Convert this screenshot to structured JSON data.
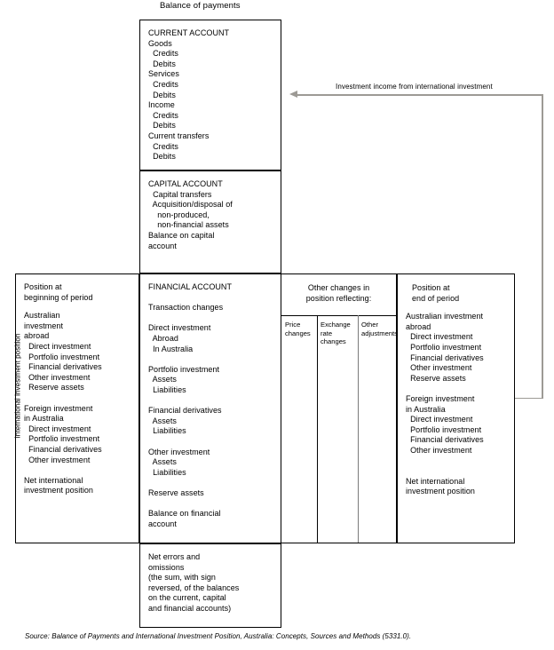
{
  "diagram": {
    "top_title": "Balance of payments",
    "vertical_label": "International investment position",
    "arrow_label": "Investment income from international investment",
    "source": "Source: Balance of Payments and International Investment Position, Australia: Concepts, Sources and Methods (5331.0).",
    "arrow_color": "#9d9a95",
    "line_color": "#000000"
  },
  "boxes": {
    "current_account": {
      "title": "CURRENT ACCOUNT",
      "body": "CURRENT ACCOUNT\nGoods\n  Credits\n  Debits\nServices\n  Credits\n  Debits\nIncome\n  Credits\n  Debits\nCurrent transfers\n  Credits\n  Debits"
    },
    "capital_account": {
      "title": "CAPITAL ACCOUNT",
      "body": "CAPITAL ACCOUNT\n  Capital transfers\n  Acquisition/disposal of\n    non-produced,\n    non-financial assets\nBalance on capital\naccount"
    },
    "position_beginning": {
      "heading": "Position at\nbeginning of period",
      "body": "Australian\ninvestment\nabroad\n  Direct investment\n  Portfolio investment\n  Financial derivatives\n  Other investment\n  Reserve assets\n\nForeign investment\nin Australia\n  Direct investment\n  Portfolio investment\n  Financial derivatives\n  Other investment\n\nNet international\ninvestment position"
    },
    "financial_account": {
      "body": "FINANCIAL ACCOUNT\n\nTransaction changes\n\nDirect investment\n  Abroad\n  In Australia\n\nPortfolio investment\n  Assets\n  Liabilities\n\nFinancial derivatives\n  Assets\n  Liabilities\n\nOther investment\n  Assets\n  Liabilities\n\nReserve assets\n\nBalance on financial\naccount"
    },
    "other_changes": {
      "heading": "Other changes in\nposition reflecting:",
      "col_price": "Price\nchanges",
      "col_exchange": "Exchange\nrate\nchanges",
      "col_other": "Other\nadjustments"
    },
    "position_end": {
      "heading": "Position at\nend of period",
      "body": "Australian investment\nabroad\n  Direct investment\n  Portfolio investment\n  Financial derivatives\n  Other investment\n  Reserve assets\n\nForeign investment\nin Australia\n  Direct investment\n  Portfolio investment\n  Financial derivatives\n  Other investment\n\n\nNet international\ninvestment position"
    },
    "net_errors": {
      "body": "Net errors and\nomissions\n(the sum, with sign\nreversed, of the balances\non the current, capital\nand financial accounts)"
    }
  }
}
